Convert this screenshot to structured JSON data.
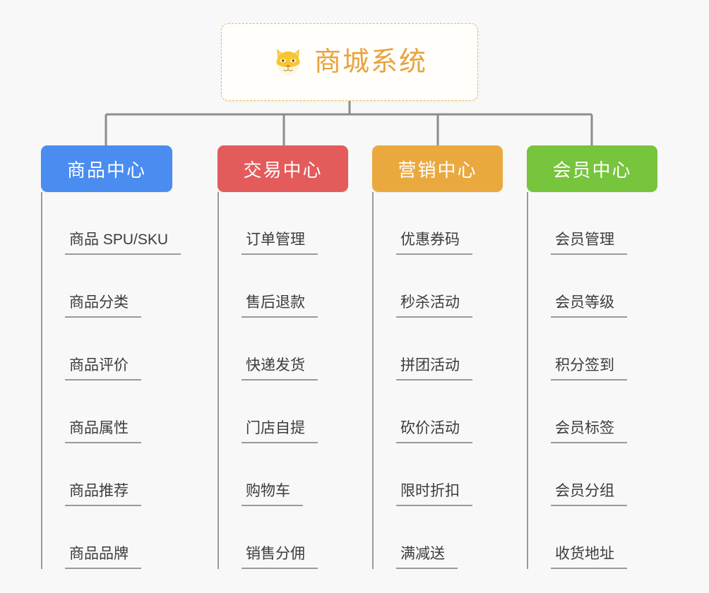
{
  "root": {
    "title": "商城系统",
    "icon": "shiba-dog-face-icon",
    "color": "#e8a33d",
    "border_color": "#e8b760"
  },
  "branches": [
    {
      "label": "商品中心",
      "color": "#4a8cf0",
      "items": [
        "商品 SPU/SKU",
        "商品分类",
        "商品评价",
        "商品属性",
        "商品推荐",
        "商品品牌"
      ]
    },
    {
      "label": "交易中心",
      "color": "#e35b5b",
      "items": [
        "订单管理",
        "售后退款",
        "快递发货",
        "门店自提",
        "购物车",
        "销售分佣"
      ]
    },
    {
      "label": "营销中心",
      "color": "#eaa93f",
      "items": [
        "优惠券码",
        "秒杀活动",
        "拼团活动",
        "砍价活动",
        "限时折扣",
        "满减送"
      ]
    },
    {
      "label": "会员中心",
      "color": "#77c43d",
      "items": [
        "会员管理",
        "会员等级",
        "积分签到",
        "会员标签",
        "会员分组",
        "收货地址"
      ]
    }
  ],
  "connector_color": "#8d8d8d",
  "background_color": "#f8f8f8"
}
